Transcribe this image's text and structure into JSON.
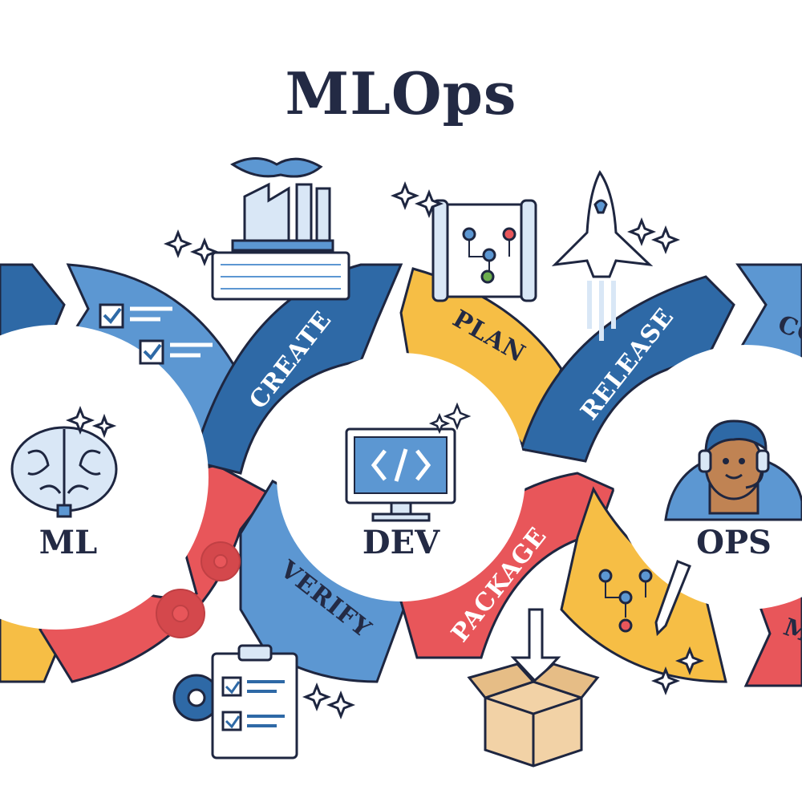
{
  "title": "MLOps",
  "hubs": {
    "ml": "ML",
    "dev": "DEV",
    "ops": "OPS"
  },
  "stages": {
    "create": "CREATE",
    "verify": "VERIFY",
    "plan": "PLAN",
    "release": "RELEASE",
    "package": "PACKAGE",
    "configure_partial": "CO",
    "monitor_partial": "M"
  },
  "icons": {
    "ml": "brain-icon",
    "dev": "monitor-code-icon",
    "ops": "operator-headset-icon",
    "create": "factory-keyboard-icon",
    "plan": "roadmap-scroll-icon",
    "release": "space-shuttle-icon",
    "verify": "clipboard-checklist-icon",
    "package": "open-box-icon",
    "ops_plan": "map-pencil-icon",
    "ml_checklist": "checklist-icon"
  },
  "colors": {
    "blue_dark": "#2e69a6",
    "blue_light": "#5c97d2",
    "red": "#e8565a",
    "yellow": "#f6be45",
    "navy": "#232a44",
    "outline": "#1e2640",
    "white": "#ffffff"
  }
}
